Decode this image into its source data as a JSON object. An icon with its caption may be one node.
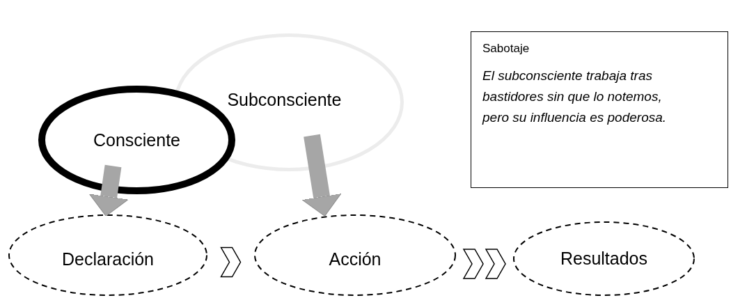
{
  "diagram": {
    "nodes": [
      {
        "text": [
          "Subconsciente"
        ]
      },
      {
        "text": [
          "Consciente"
        ]
      },
      {
        "text": [
          "Sabotaje",
          "El subconsciente trabaja tras bastidores sin que lo notemos, pero su influencia es poderosa."
        ]
      },
      {
        "text": [
          "Declaración"
        ]
      },
      {
        "text": [
          "Acción"
        ]
      },
      {
        "text": [
          "Resultados"
        ]
      }
    ],
    "edges": [
      {
        "from": 1,
        "to": 3,
        "arrow": "to",
        "color": "#a6a6a6"
      },
      {
        "from": 0,
        "to": 4,
        "arrow": "to",
        "color": "#a6a6a6"
      },
      {
        "from": 3,
        "to": 4,
        "arrow": "to"
      },
      {
        "from": 4,
        "to": 5,
        "arrow": "to"
      }
    ]
  }
}
